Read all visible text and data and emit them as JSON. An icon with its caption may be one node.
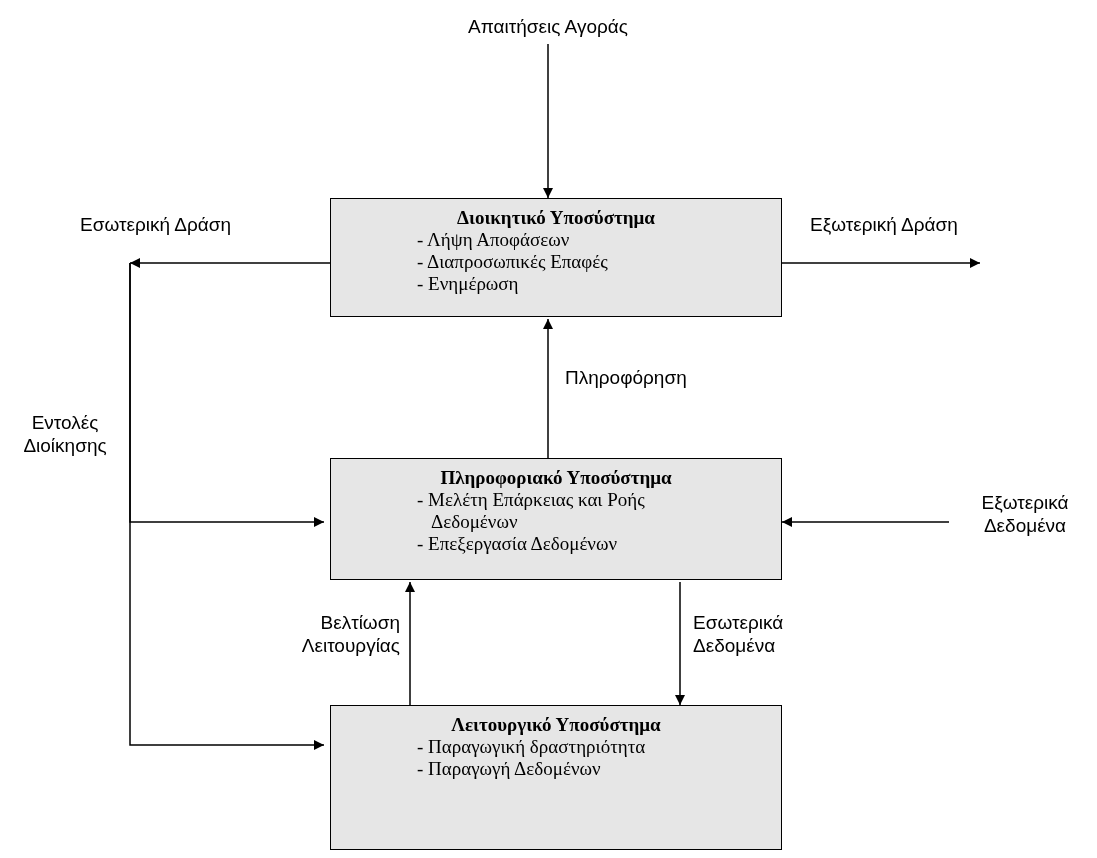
{
  "diagram": {
    "nodes": [
      {
        "text": [
          "Απαιτήσεις Αγοράς"
        ]
      },
      {
        "text": [
          "Διοικητικό Υποσύστημα",
          "- Λήψη Αποφάσεων",
          "- Διαπροσωπικές Επαφές",
          "- Ενημέρωση"
        ]
      },
      {
        "text": [
          "Πληροφοριακό Υποσύστημα",
          "- Μελέτη Επάρκειας και Ροής Δεδομένων",
          "- Επεξεργασία Δεδομένων"
        ]
      },
      {
        "text": [
          "Εξωτερικά Δεδομένα"
        ]
      },
      {
        "text": [
          "Λειτουργικό Υποσύστημα",
          "- Παραγωγική δραστηριότητα",
          "- Παραγωγή Δεδομένων"
        ]
      }
    ],
    "edges": [
      {
        "from": 0,
        "to": 1,
        "arrow": "to"
      },
      {
        "from": 1,
        "to": null,
        "arrow": "to",
        "label": "Εσωτερική Δράση"
      },
      {
        "from": 1,
        "to": null,
        "arrow": "to",
        "label": "Εξωτερική Δράση"
      },
      {
        "from": 2,
        "to": 1,
        "arrow": "to",
        "label": "Πληροφόρηση"
      },
      {
        "from": 3,
        "to": 2,
        "arrow": "to"
      },
      {
        "from": null,
        "to": 2,
        "arrow": "to",
        "label": "Εντολές Διοίκησης"
      },
      {
        "from": null,
        "to": 4,
        "arrow": "to"
      },
      {
        "from": 4,
        "to": 2,
        "arrow": "to",
        "label": "Βελτίωση Λειτουργίας"
      },
      {
        "from": 2,
        "to": 4,
        "arrow": "to",
        "label": "Εσωτερικά Δεδομένα"
      }
    ]
  }
}
